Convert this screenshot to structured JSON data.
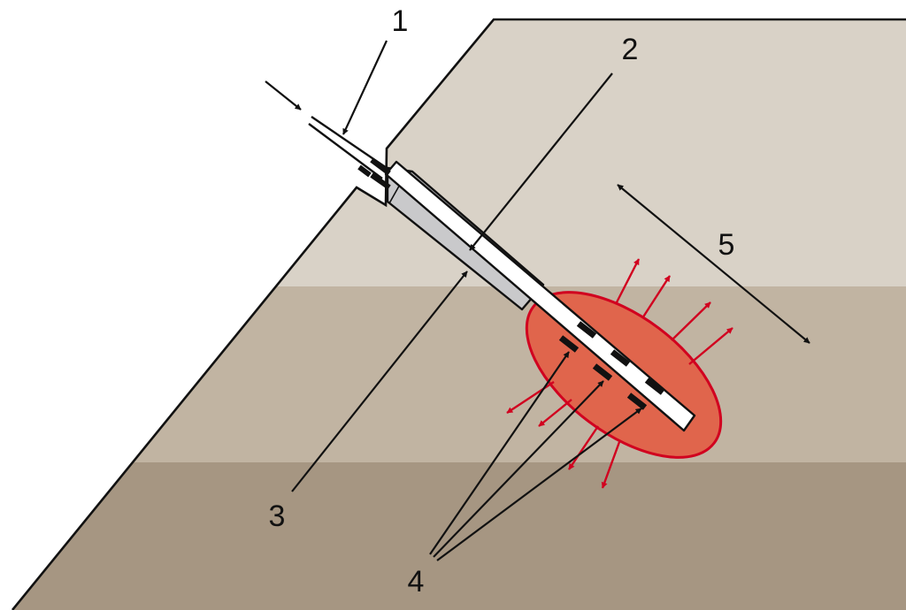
{
  "colors": {
    "layer_top": "#d9d2c7",
    "layer_middle": "#c1b4a2",
    "layer_bottom": "#a69682",
    "casing_fill": "#c9c9cb",
    "tube_fill": "#ffffff",
    "outline": "#111111",
    "zone_fill": "#e0654c",
    "zone_edge": "#d1001f",
    "flow_arrow": "#d1001f"
  },
  "labels": {
    "l1": "1",
    "l2": "2",
    "l3": "3",
    "l4": "4",
    "l5": "5"
  }
}
